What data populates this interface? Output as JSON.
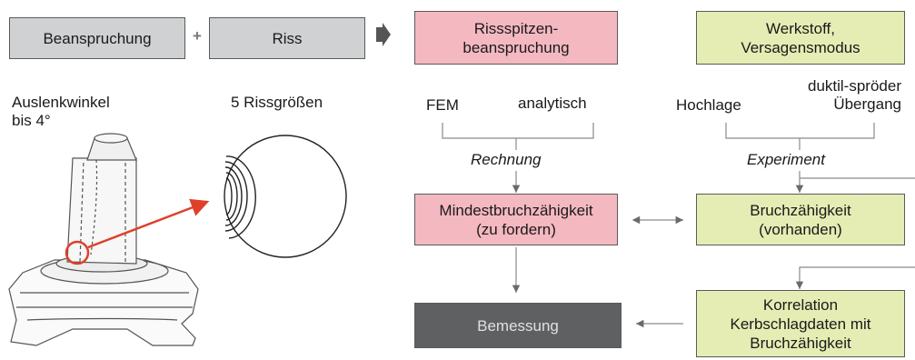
{
  "top_row": {
    "beanspruchung": "Beanspruchung",
    "plus": "+",
    "riss": "Riss",
    "rissspitzen": "Rissspitzen-\nbeanspruchung",
    "werkstoff": "Werkstoff,\nVersagensmodus"
  },
  "illustration": {
    "angle_label": "Auslenkwinkel\nbis 4°",
    "crack_sizes_label": "5 Rissgrößen"
  },
  "calc_branch": {
    "fem": "FEM",
    "analytisch": "analytisch",
    "method": "Rechnung",
    "result": "Mindestbruchzähigkeit\n(zu fordern)"
  },
  "exp_branch": {
    "hochlage": "Hochlage",
    "transition": "duktil-spröder\nÜbergang",
    "method": "Experiment",
    "result": "Bruchzähigkeit\n(vorhanden)"
  },
  "bottom_row": {
    "bemessung": "Bemessung",
    "korrelation": "Korrelation\nKerbschlagdaten mit\nBruchzähigkeit"
  },
  "colors": {
    "gray_box": "#d0d1d3",
    "pink_box": "#f4b8c1",
    "green_box": "#e5edb4",
    "dark_box": "#5f6062",
    "red_arrow": "#e0402a"
  }
}
